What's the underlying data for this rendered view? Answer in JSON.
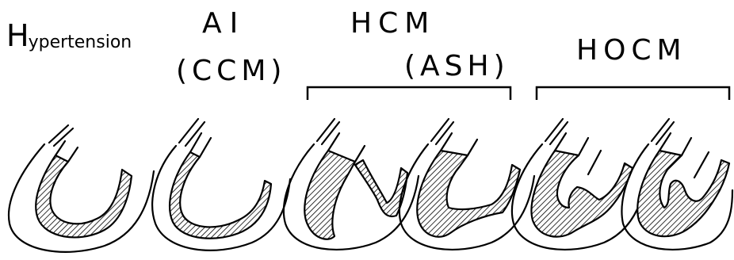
{
  "labels": {
    "hypertension_head": "H",
    "hypertension_rest": "ypertension",
    "ai": "AI",
    "ccm": "(CCM)",
    "hcm": "HCM",
    "ash": "(ASH)",
    "hocm": "HOCM"
  },
  "colors": {
    "ink": "#000000",
    "background": "#ffffff"
  },
  "hearts": [
    {
      "variant": "thin-wall"
    },
    {
      "variant": "dilated"
    },
    {
      "variant": "septal-hypertrophy"
    },
    {
      "variant": "septal-hypertrophy-bulge"
    },
    {
      "variant": "obstructive-bulge"
    },
    {
      "variant": "obstructive-thick"
    }
  ]
}
